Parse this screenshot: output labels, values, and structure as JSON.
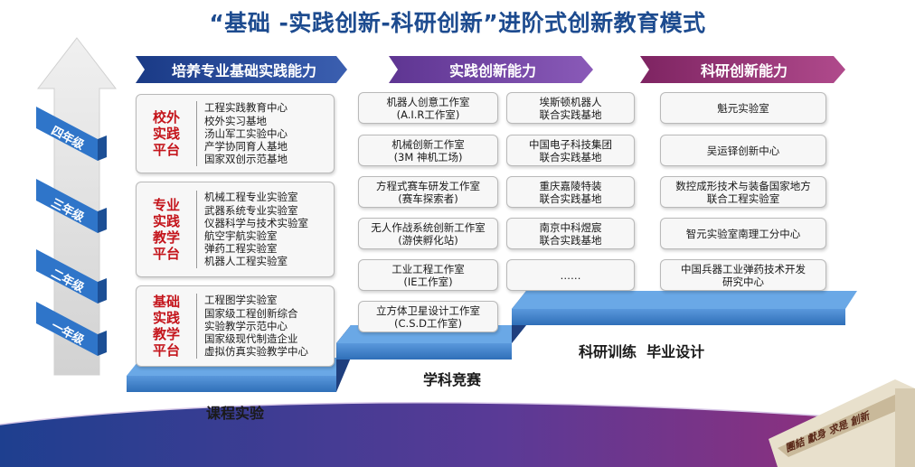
{
  "title": "“基础 -实践创新-科研创新”进阶式创新教育模式",
  "grades": [
    "四年级",
    "三年级",
    "二年级",
    "一年级"
  ],
  "headers": [
    "培养专业基础实践能力",
    "实践创新能力",
    "科研创新能力"
  ],
  "platforms": [
    {
      "title": "校外实践平台",
      "items": [
        "工程实践教育中心",
        "校外实习基地",
        "汤山军工实验中心",
        "产学协同育人基地",
        "国家双创示范基地"
      ]
    },
    {
      "title": "专业实践教学平台",
      "items": [
        "机械工程专业实验室",
        "武器系统专业实验室",
        "仪器科学与技术实验室",
        "航空宇航实验室",
        "弹药工程实验室",
        "机器人工程实验室"
      ]
    },
    {
      "title": "基础实践教学平台",
      "items": [
        "工程图学实验室",
        "国家级工程创新综合",
        "实验教学示范中心",
        "国家级现代制造企业",
        "虚拟仿真实验教学中心"
      ]
    }
  ],
  "practice_col1": [
    [
      "机器人创意工作室",
      "(A.I.R工作室)"
    ],
    [
      "机械创新工作室",
      "(3M 神机工场)"
    ],
    [
      "方程式赛车研发工作室",
      "(赛车探索者)"
    ],
    [
      "无人作战系统创新工作室",
      "(游侠孵化站)"
    ],
    [
      "工业工程工作室",
      "(IE工作室)"
    ],
    [
      "立方体卫星设计工作室",
      "(C.S.D工作室)"
    ]
  ],
  "practice_col2": [
    [
      "埃斯顿机器人",
      "联合实践基地"
    ],
    [
      "中国电子科技集团",
      "联合实践基地"
    ],
    [
      "重庆嘉陵特装",
      "联合实践基地"
    ],
    [
      "南京中科煜宸",
      "联合实践基地"
    ],
    [
      "……"
    ]
  ],
  "research": [
    [
      "魁元实验室"
    ],
    [
      "吴运铎创新中心"
    ],
    [
      "数控成形技术与装备国家地方",
      "联合工程实验室"
    ],
    [
      "智元实验室南理工分中心"
    ],
    [
      "中国兵器工业弹药技术开发",
      "研究中心"
    ]
  ],
  "stage_labels": [
    "课程实验",
    "学科竞赛",
    "科研训练  毕业设计"
  ],
  "watermark": "團結 獻身 求是 創新",
  "colors": {
    "title": "#1d4b8f",
    "platform_title": "#c4141b",
    "hdr1": "#1d3f8c",
    "hdr2": "#6b3d95",
    "hdr3": "#8e2a6b",
    "step": "#3c7ec8"
  }
}
